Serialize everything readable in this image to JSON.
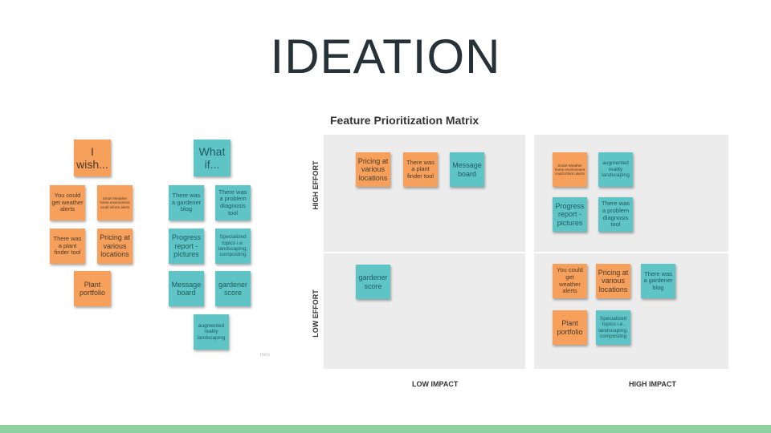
{
  "slide": {
    "title": "IDEATION"
  },
  "brainstorm": {
    "i_wish": {
      "header": "I wish...",
      "notes": [
        "You could get weather alerts",
        "Smart Weather home environment could inform alerts",
        "There was a plant finder tool",
        "Pricing at various locations",
        "Plant portfolio"
      ]
    },
    "what_if": {
      "header": "What if...",
      "notes": [
        "There was a gardener blog",
        "There was a problem diagnosis tool",
        "Progress report - pictures",
        "Specialized topics i.e. landscaping, composting",
        "Message board",
        "gardener score",
        "augmented reality landscaping"
      ]
    },
    "watermark": "miro"
  },
  "matrix": {
    "title": "Feature Prioritization Matrix",
    "y_axis": {
      "high": "HIGH EFFORT",
      "low": "LOW EFFORT"
    },
    "x_axis": {
      "low": "LOW IMPACT",
      "high": "HIGH IMPACT"
    },
    "quadrants": {
      "high_effort_low_impact": [
        "Pricing at various locations",
        "There was a plant finder tool",
        "Message board"
      ],
      "high_effort_high_impact": [
        "Smart Weather home environment could inform alerts",
        "augmented reality landscaping",
        "Progress report - pictures",
        "There was a problem diagnosis tool"
      ],
      "low_effort_low_impact": [
        "gardener score"
      ],
      "low_effort_high_impact": [
        "You could get weather alerts",
        "Pricing at various locations",
        "There was a gardener blog",
        "Plant portfolio",
        "Specialized topics i.e. landscaping, composting"
      ]
    }
  },
  "colors": {
    "orange_note": "#f6a05c",
    "teal_note": "#5ec4c6",
    "footer_bar": "#8fd19e",
    "title_text": "#263238"
  }
}
